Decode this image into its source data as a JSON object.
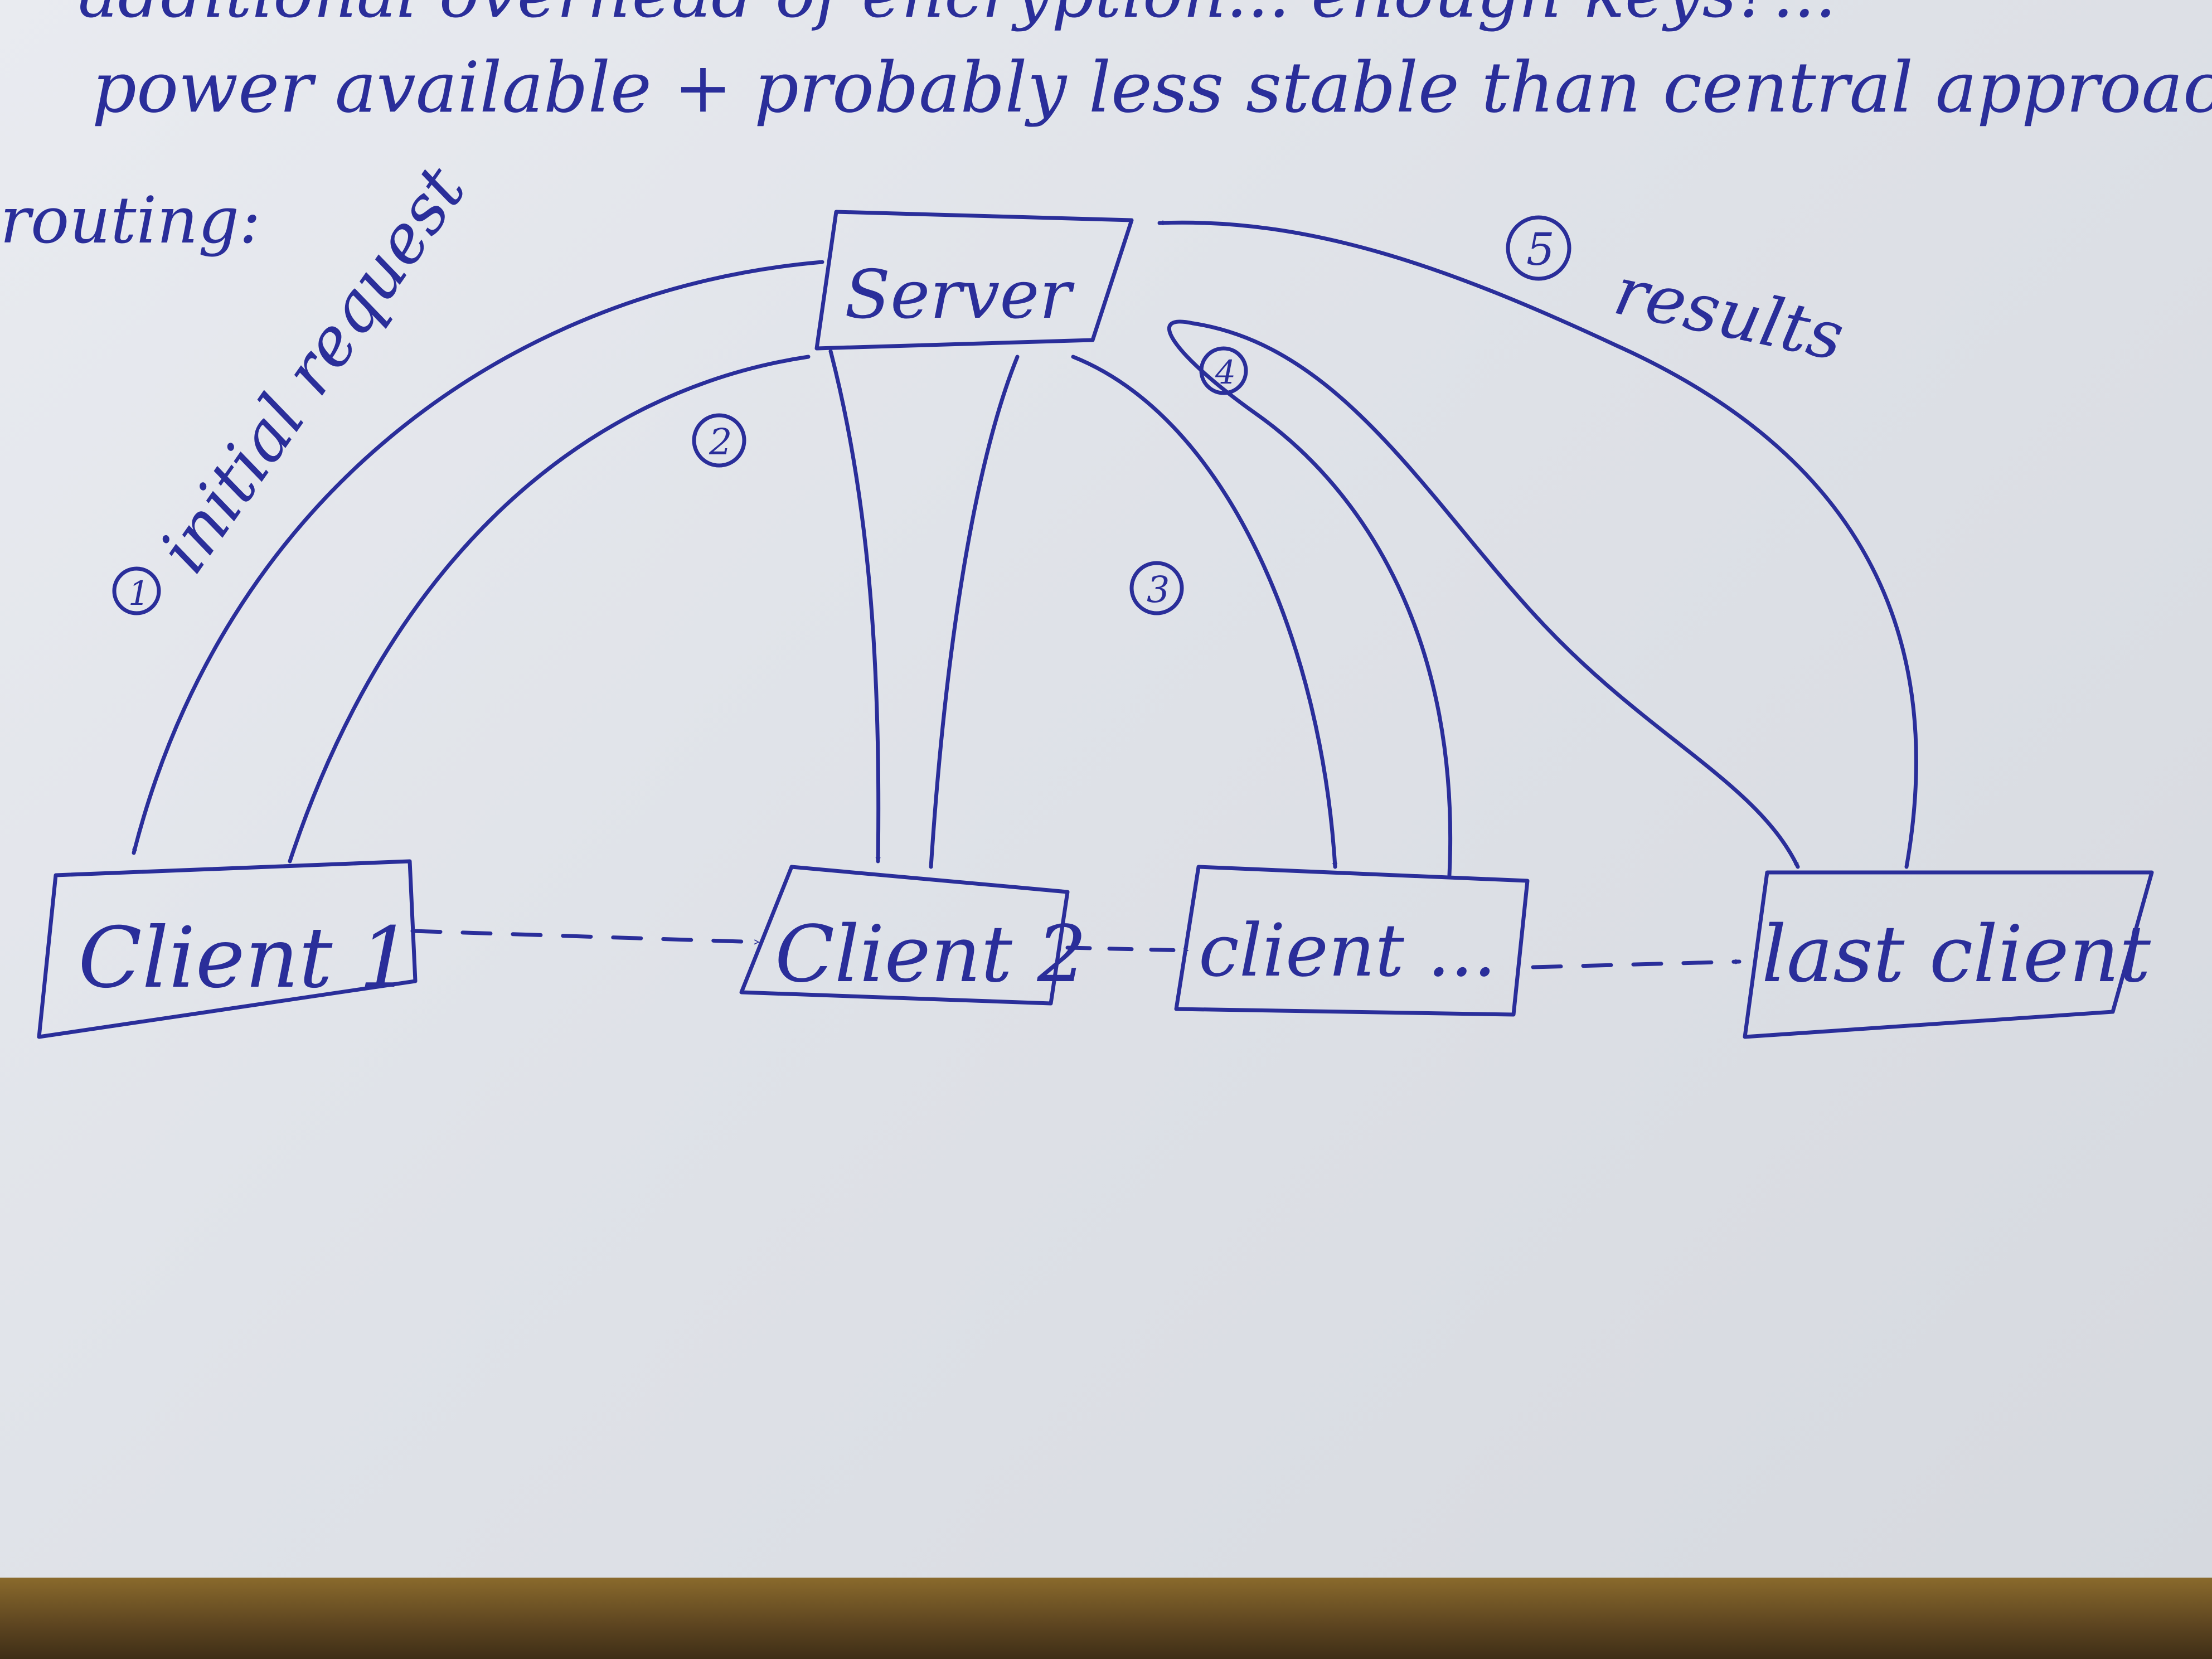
{
  "notes": {
    "line_1": "additional overhead of encryption... enough keys?...",
    "line_2": "power available + probably less stable than central approach",
    "heading": "routing:"
  },
  "diagram": {
    "nodes": {
      "server": "Server",
      "client1": "Client 1",
      "client2": "Client 2",
      "client_n": "client ...",
      "last_client": "last client"
    },
    "edges": {
      "step1_number": "1",
      "step1_label": "initial request",
      "step2_number": "2",
      "step3_number": "3",
      "step4_number": "4",
      "step5_number": "5",
      "step5_label": "results"
    }
  },
  "colors": {
    "ink": "#2a2e9a",
    "paper": "#e3e6eb"
  }
}
